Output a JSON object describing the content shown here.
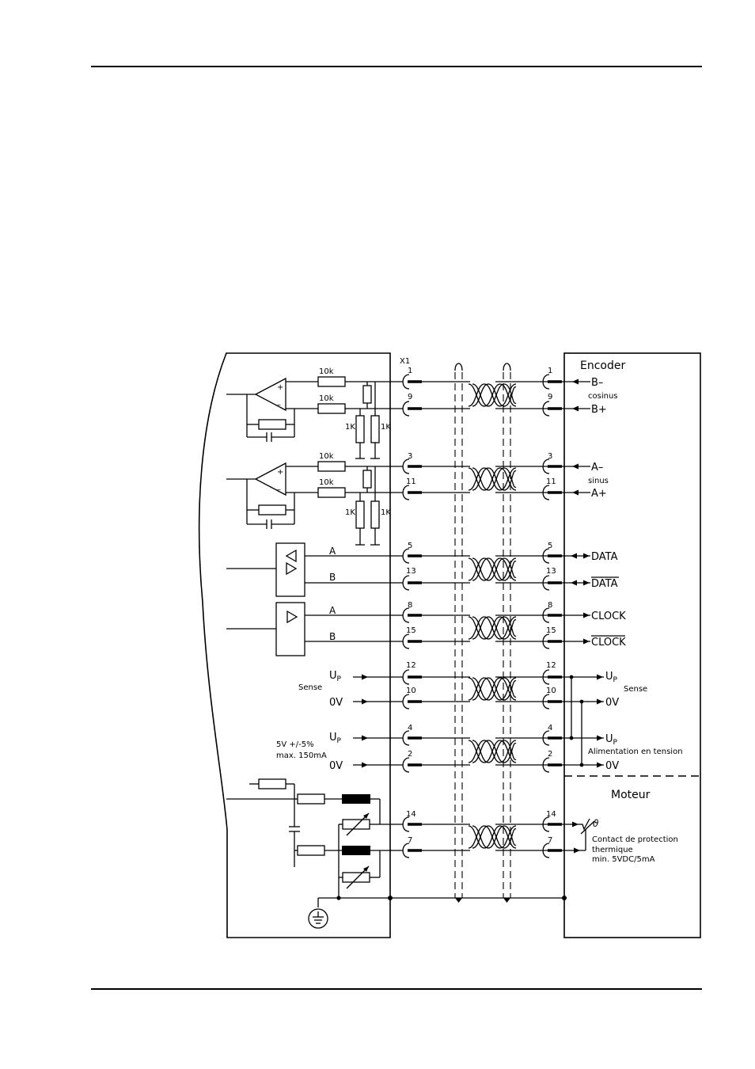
{
  "connector": {
    "name": "X1",
    "left_pins": [
      "1",
      "9",
      "3",
      "11",
      "5",
      "13",
      "8",
      "15",
      "12",
      "10",
      "4",
      "2",
      "14",
      "7"
    ],
    "right_pins": [
      "1",
      "9",
      "3",
      "11",
      "5",
      "13",
      "8",
      "15",
      "12",
      "10",
      "4",
      "2",
      "14",
      "7"
    ]
  },
  "drive_side": {
    "res_top": [
      "10k",
      "10k",
      "10k",
      "10k"
    ],
    "res_1k": [
      "1K",
      "1K",
      "1K",
      "1K"
    ],
    "line_a": [
      "A",
      "A"
    ],
    "line_b": [
      "B",
      "B"
    ],
    "sense_up_main": "U",
    "sense_up_sub": "P",
    "sense_label": "Sense",
    "sense_0v": "0V",
    "supply_up_main": "U",
    "supply_up_sub": "P",
    "supply_note_1": "5V +/-5%",
    "supply_note_2": "max. 150mA",
    "supply_0v": "0V"
  },
  "encoder": {
    "title": "Encoder",
    "b_minus": "B–",
    "b_plus": "B+",
    "cosinus": "cosinus",
    "a_minus": "A–",
    "a_plus": "A+",
    "sinus": "sinus",
    "data": "DATA",
    "data_bar": "DATA",
    "clock": "CLOCK",
    "clock_bar": "CLOCK",
    "sense_up_main": "U",
    "sense_up_sub": "P",
    "sense_label": "Sense",
    "sense_0v": "0V",
    "supply_up_main": "U",
    "supply_up_sub": "P",
    "supply_label": "Alimentation en tension",
    "supply_0v": "0V"
  },
  "motor": {
    "title": "Moteur",
    "contact_1": "Contact de protection",
    "contact_2": "thermique",
    "contact_3": "min. 5VDC/5mA",
    "theta_symbol": "ϑ"
  }
}
